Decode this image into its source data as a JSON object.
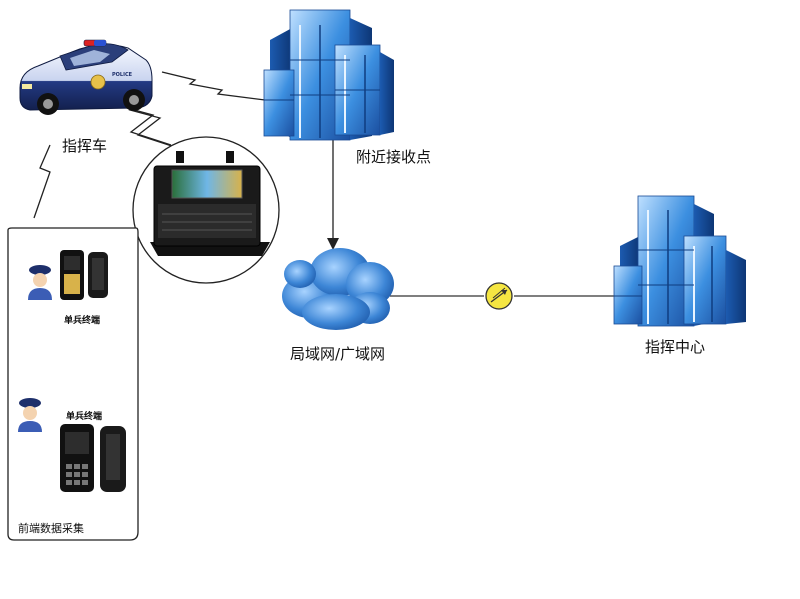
{
  "nodes": {
    "command_vehicle": {
      "label": "指挥车",
      "badge": "POLICE"
    },
    "nearby_receiver": {
      "label": "附近接收点"
    },
    "network": {
      "label": "局域网/广域网"
    },
    "command_center": {
      "label": "指挥中心"
    },
    "front_end": {
      "label": "前端数据采集",
      "terminals": [
        {
          "label": "单兵终端"
        },
        {
          "label": "单兵终端"
        }
      ]
    }
  },
  "colors": {
    "building_blue": "#2f7fd6",
    "cloud_blue": "#4a90d9",
    "link_line": "#333333",
    "relay_yellow": "#f5e642",
    "car_navy": "#1d2f6b"
  },
  "icons": [
    "police-car-icon",
    "building-icon",
    "cloud-icon",
    "relay-icon",
    "portable-device-icon",
    "police-officer-icon",
    "handset-icon",
    "lightning-link-icon"
  ]
}
